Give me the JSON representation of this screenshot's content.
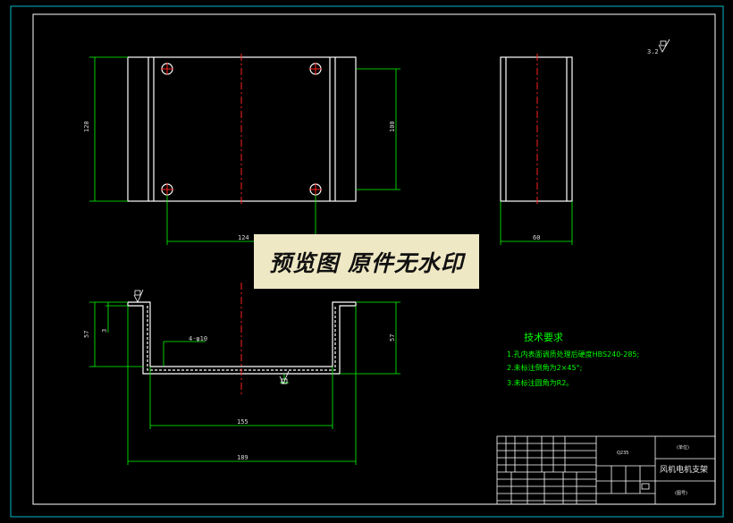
{
  "watermark": "预览图 原件无水印",
  "tech": {
    "title": "技术要求",
    "items": [
      "1.孔内表面调质处理后硬度HBS240-285;",
      "2.未标注倒角为2×45°;",
      "3.未标注圆角为R2。"
    ]
  },
  "title_block": {
    "part_name": "风机电机支架",
    "material": "Q235",
    "drawing_no": "(图号)",
    "company": "(单位)"
  },
  "dims": {
    "top_height": "120",
    "top_inner": "100",
    "hole_spacing": "124",
    "side_width": "60",
    "front_height_left": "57",
    "front_height_right": "57",
    "flange": "3",
    "hole_note": "4-φ10",
    "inner_width": "155",
    "outer_width": "189"
  },
  "roughness": "3.2",
  "colors": {
    "line": "#ffffff",
    "dim": "#00ff00",
    "center": "#ff2020",
    "border": "#00c8c8"
  }
}
